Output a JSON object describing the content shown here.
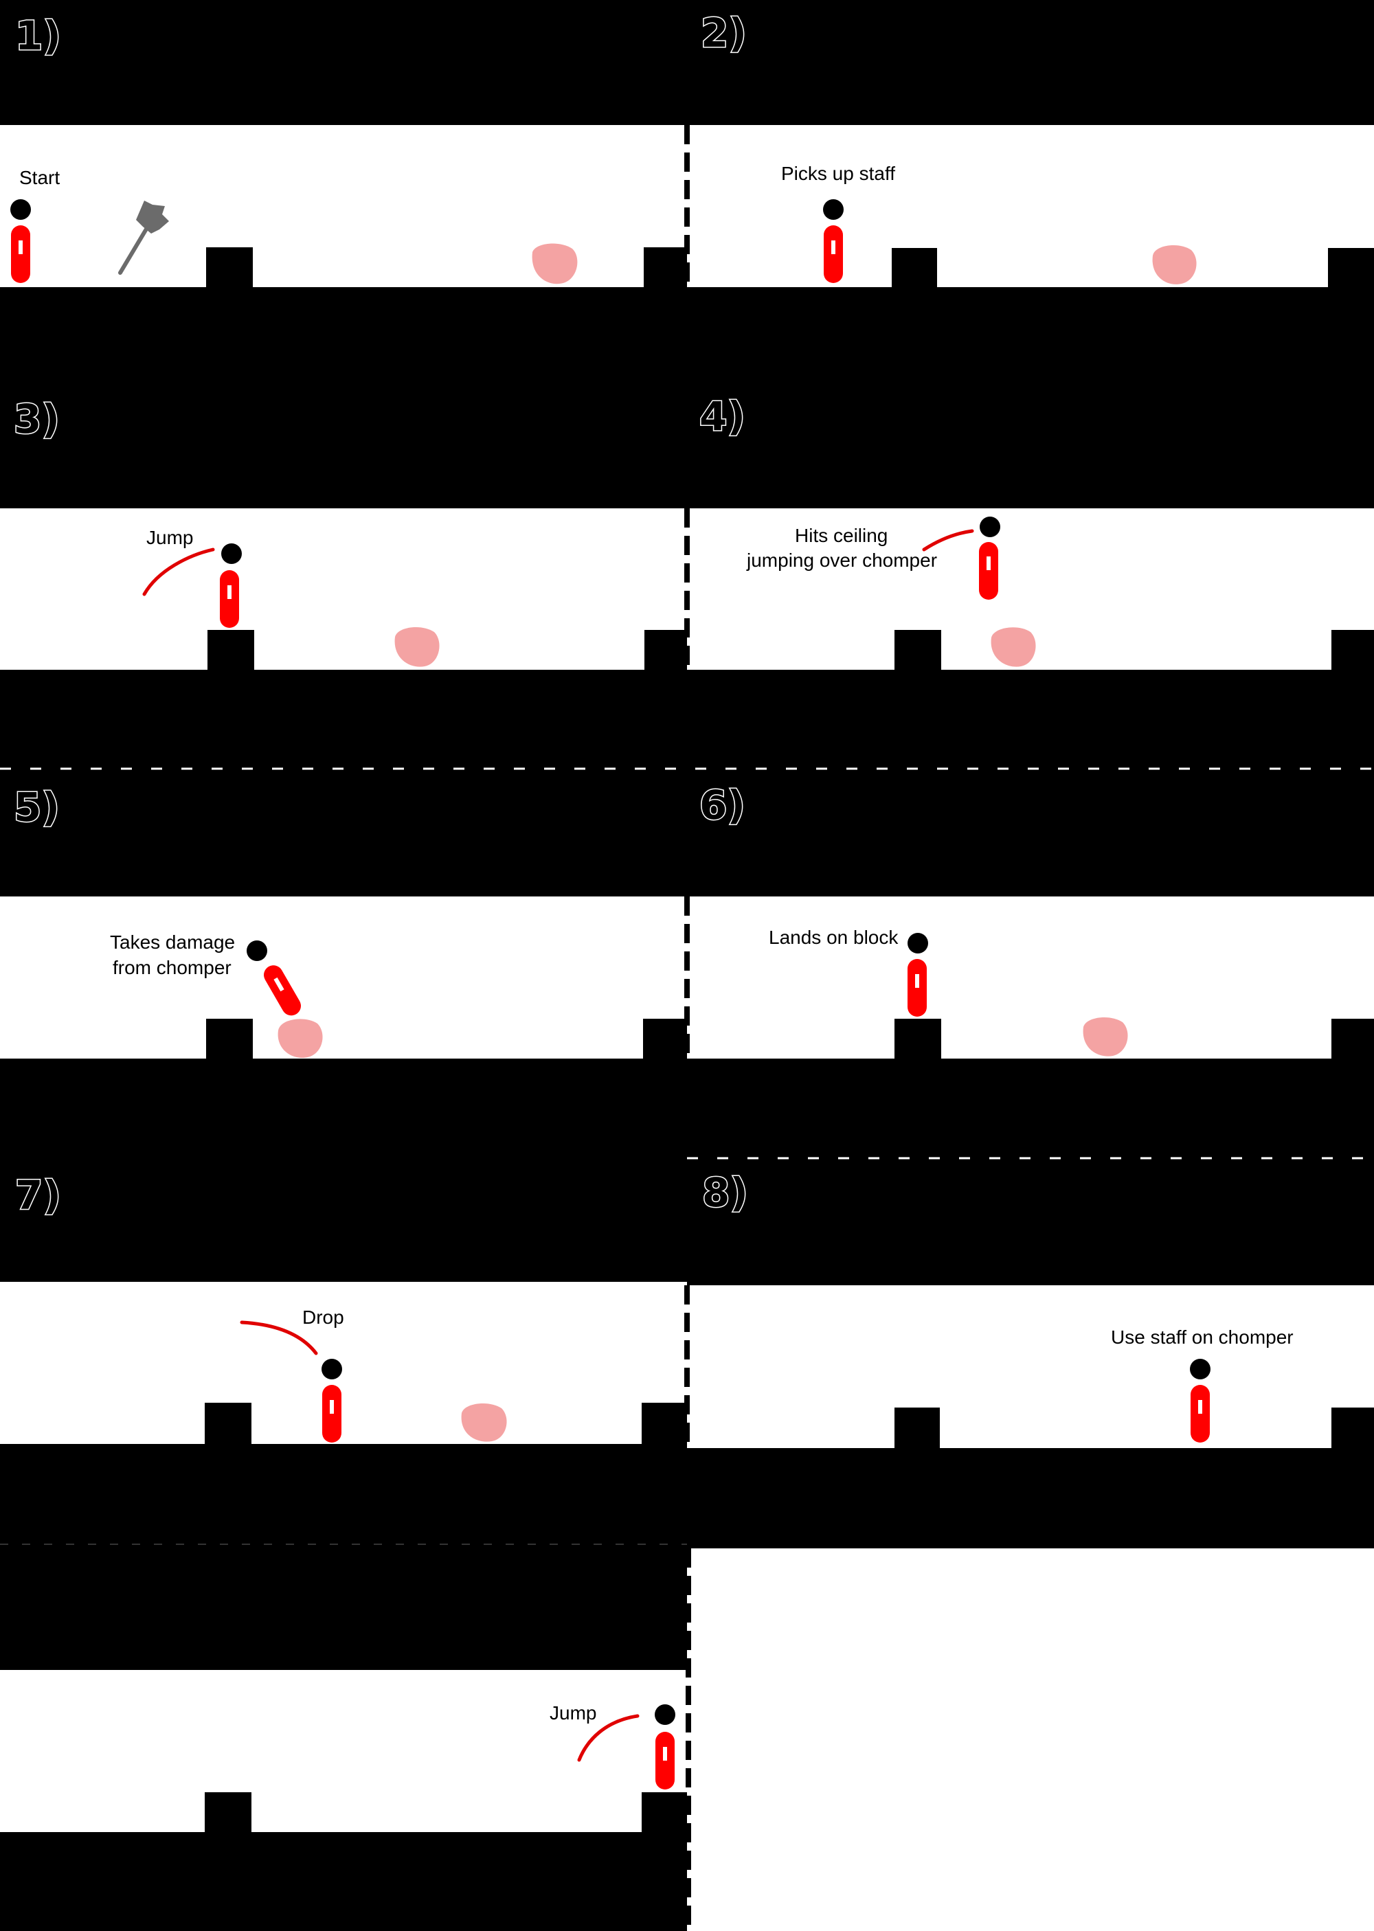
{
  "storyboard": {
    "panels": [
      {
        "number": "1)",
        "captions": [
          "Start"
        ]
      },
      {
        "number": "2)",
        "captions": [
          "Picks up staff"
        ]
      },
      {
        "number": "3)",
        "captions": [
          "Jump"
        ]
      },
      {
        "number": "4)",
        "captions": [
          "Hits ceiling",
          "jumping over chomper"
        ]
      },
      {
        "number": "5)",
        "captions": [
          "Takes damage",
          "from chomper"
        ]
      },
      {
        "number": "6)",
        "captions": [
          "Lands on block"
        ]
      },
      {
        "number": "7)",
        "captions": [
          "Drop"
        ]
      },
      {
        "number": "8)",
        "captions": [
          "Use staff on chomper"
        ]
      },
      {
        "number": "",
        "captions": [
          "Jump"
        ]
      }
    ]
  },
  "colors": {
    "terrain": "#000000",
    "sky": "#ffffff",
    "player_body": "#ff0000",
    "player_head": "#000000",
    "chomper": "#f4a3a3",
    "staff": "#6b6b6b",
    "motion_arc": "#e00000"
  },
  "icons": {
    "player": "stick-figure-player",
    "chomper": "pink-blob-enemy",
    "staff": "staff-item",
    "motion": "jump-arc"
  }
}
